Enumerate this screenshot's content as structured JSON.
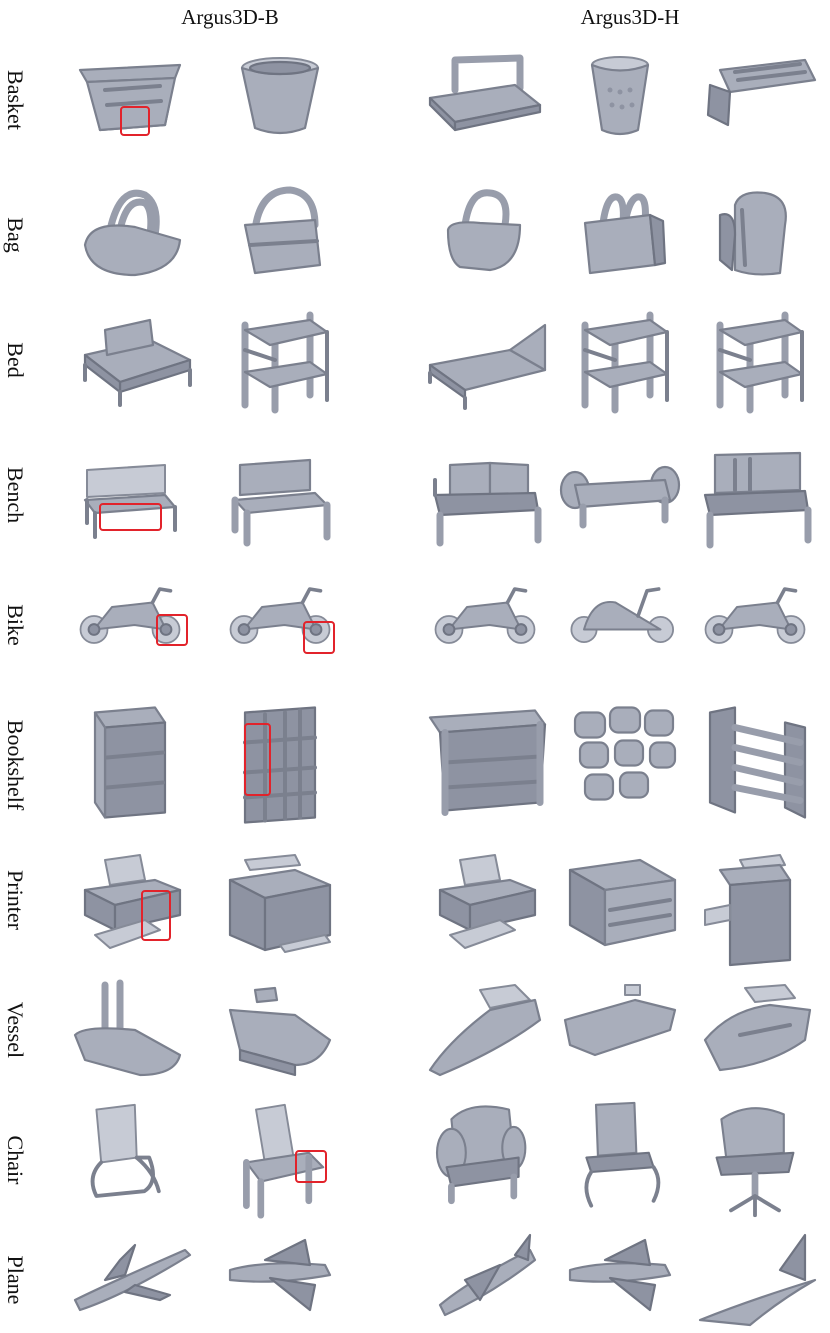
{
  "columns": {
    "left": "Argus3D-B",
    "right": "Argus3D-H"
  },
  "rows": [
    {
      "label": "Basket"
    },
    {
      "label": "Bag"
    },
    {
      "label": "Bed"
    },
    {
      "label": "Bench"
    },
    {
      "label": "Bike"
    },
    {
      "label": "Bookshelf"
    },
    {
      "label": "Printer"
    },
    {
      "label": "Vessel"
    },
    {
      "label": "Chair"
    },
    {
      "label": "Plane"
    }
  ],
  "colors": {
    "object_fill": "#a9aebb",
    "highlight_box": "#e2232b",
    "background": "#ffffff"
  }
}
